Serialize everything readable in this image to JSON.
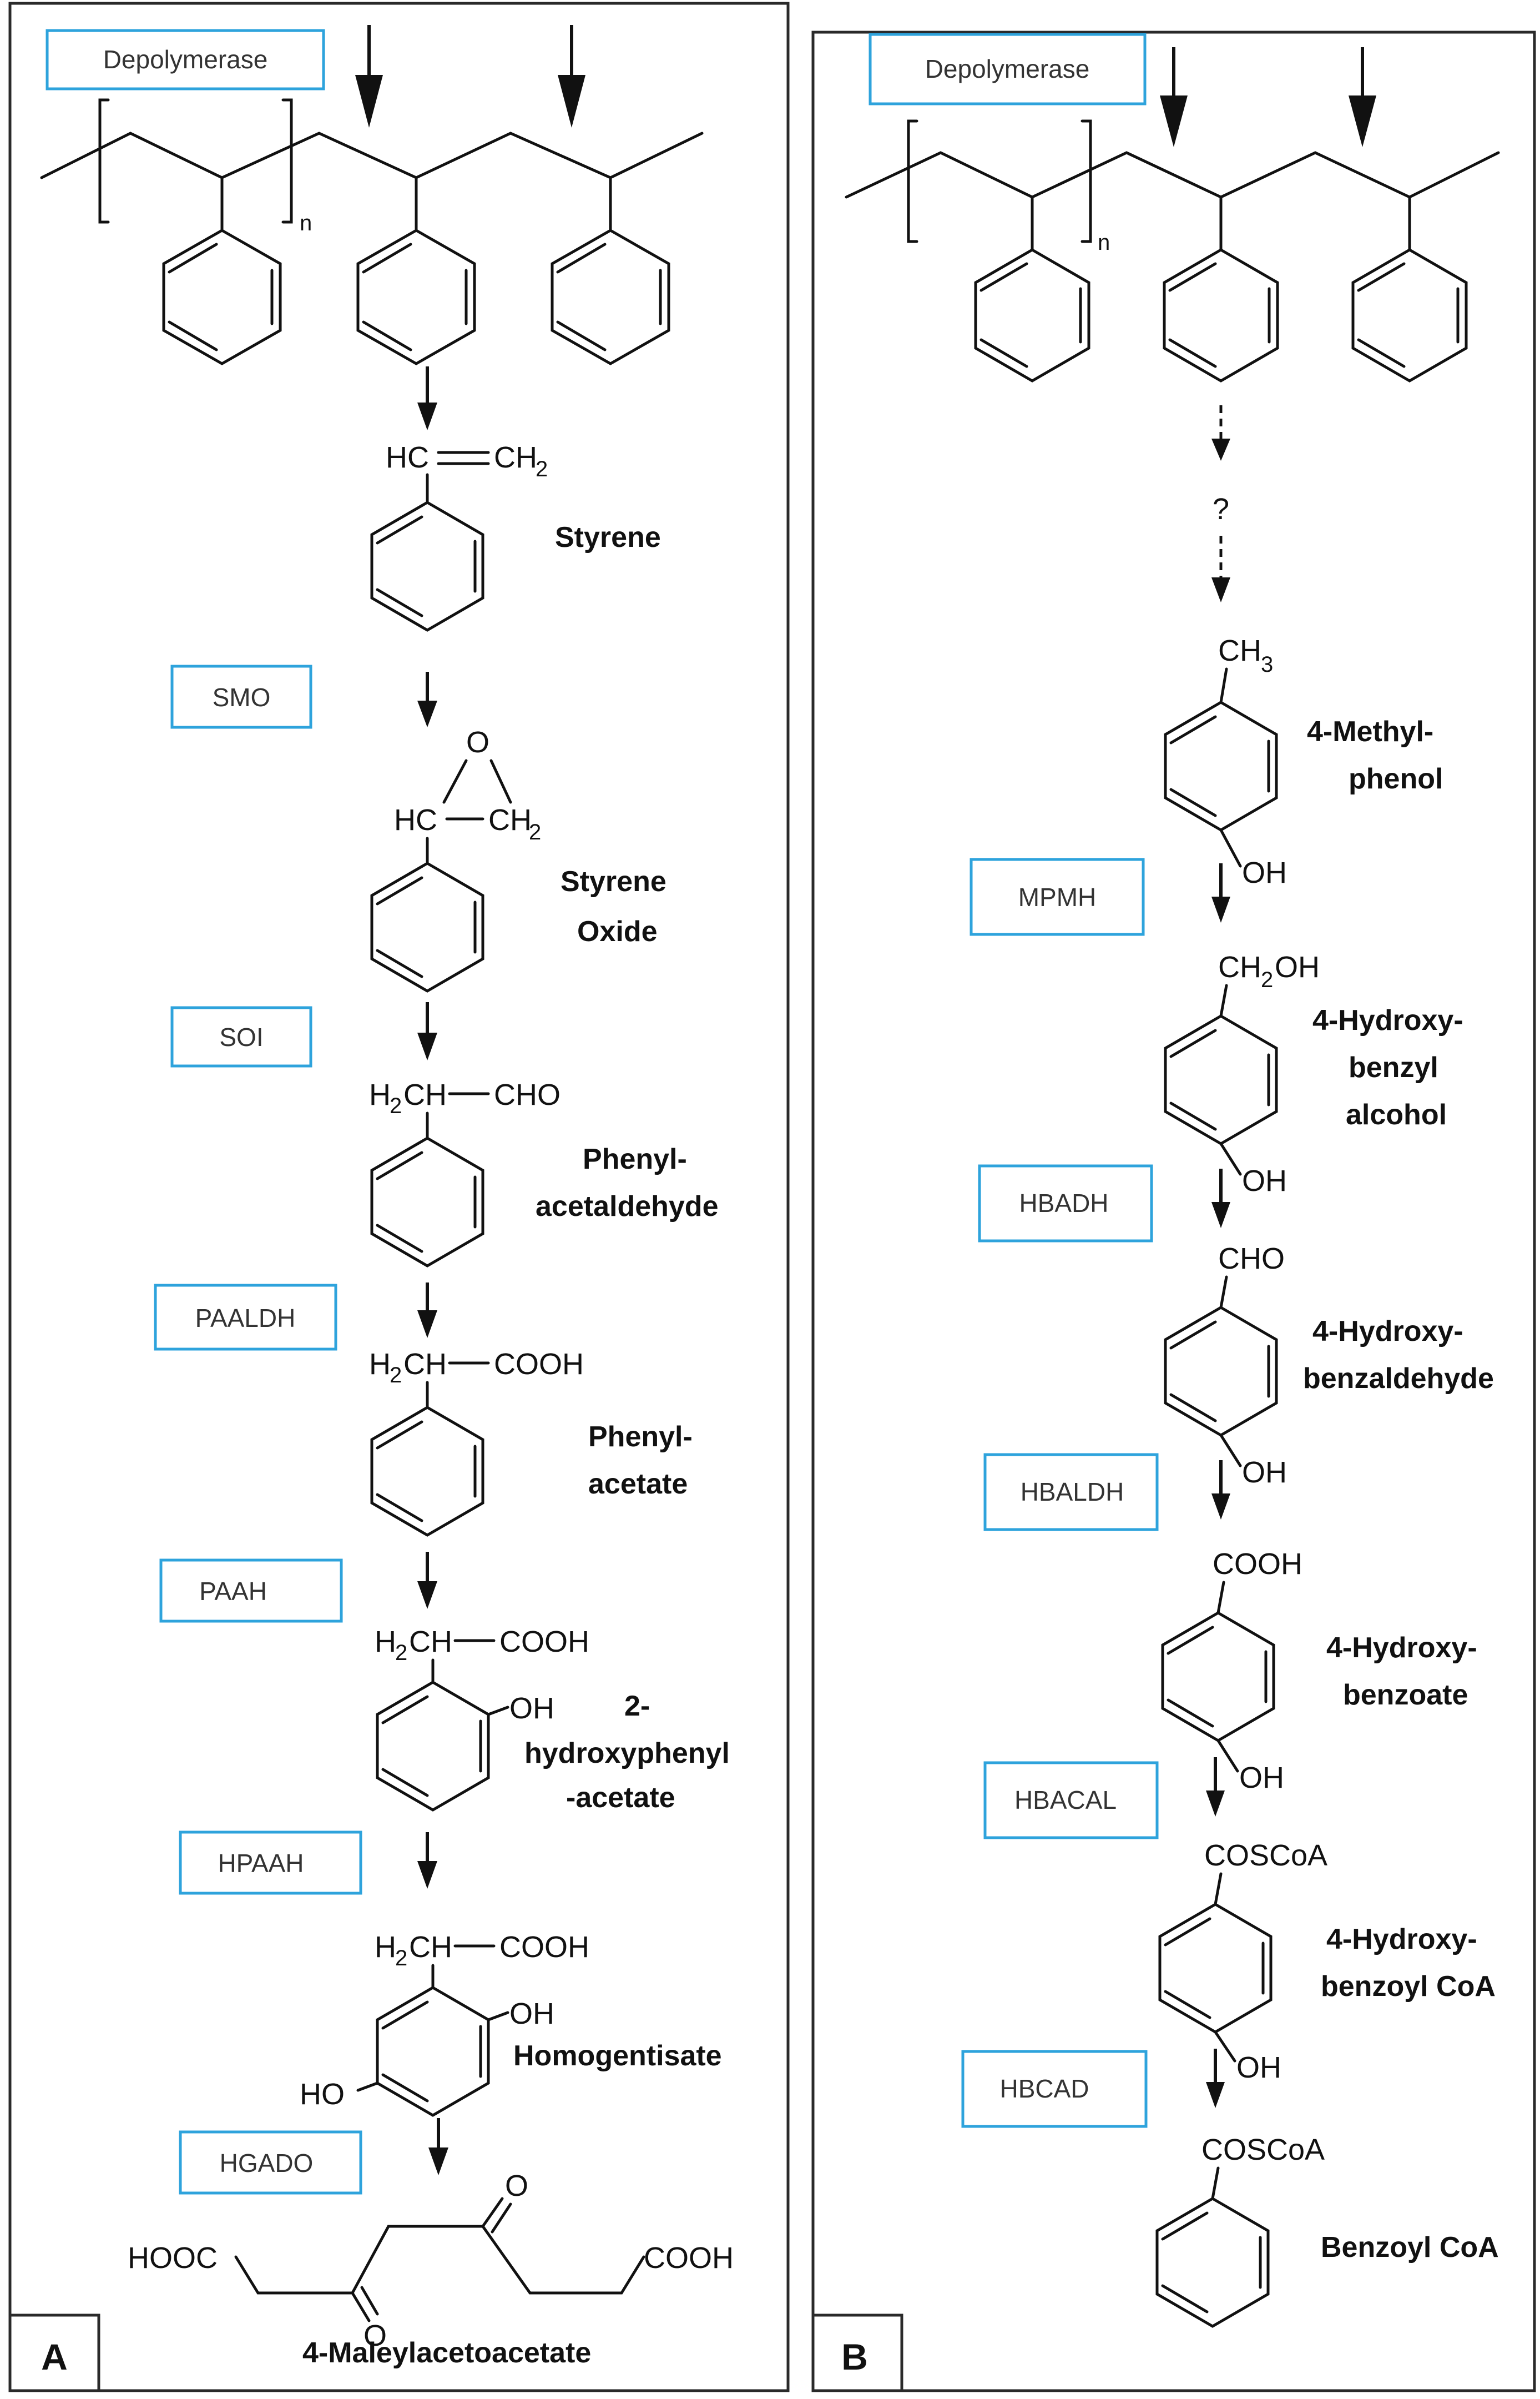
{
  "panel_a": {
    "letter": "A",
    "enzymes": [
      "Depolymerase",
      "SMO",
      "SOI",
      "PAALDH",
      "PAAH",
      "HPAAH",
      "HGADO"
    ],
    "compounds": [
      [
        "Styrene"
      ],
      [
        "Styrene",
        "Oxide"
      ],
      [
        "Phenyl-",
        "acetaldehyde"
      ],
      [
        "Phenyl-",
        "acetate"
      ],
      [
        "2-",
        "hydroxyphenyl",
        "-acetate"
      ],
      [
        "Homogentisate"
      ],
      [
        "4-Maleylacetoacetate"
      ]
    ]
  },
  "panel_b": {
    "letter": "B",
    "enzymes": [
      "Depolymerase",
      "MPMH",
      "HBADH",
      "HBALDH",
      "HBACAL",
      "HBCAD"
    ],
    "unknown_step": "?",
    "compounds": [
      [
        "4-Methyl-",
        "phenol"
      ],
      [
        "4-Hydroxy-",
        "benzyl",
        "alcohol"
      ],
      [
        "4-Hydroxy-",
        "benzaldehyde"
      ],
      [
        "4-Hydroxy-",
        "benzoate"
      ],
      [
        "4-Hydroxy-",
        "benzoyl CoA"
      ],
      [
        "Benzoyl CoA"
      ]
    ]
  },
  "groups": {
    "repeat_n": "n",
    "HC": "HC",
    "CH": "CH",
    "H": "H",
    "sub2": "2",
    "sub3": "3",
    "O": "O",
    "CHO": "CHO",
    "COOH": "COOH",
    "OH": "OH",
    "HO": "HO",
    "HOOC": "HOOC",
    "COSCoA": "COSCoA",
    "CH2OH_left": "CH",
    "CH2OH_right": "OH"
  }
}
